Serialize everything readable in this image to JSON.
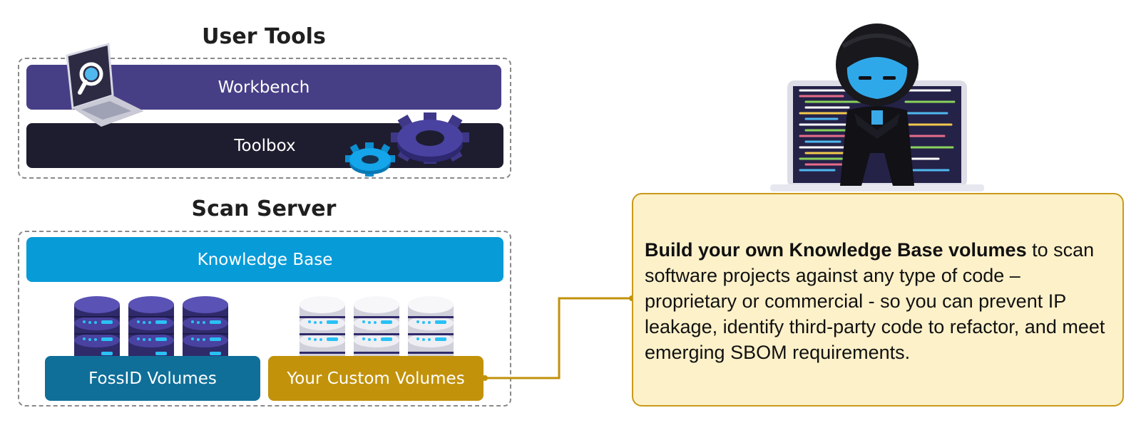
{
  "user_tools": {
    "title": "User Tools",
    "workbench_label": "Workbench",
    "toolbox_label": "Toolbox"
  },
  "scan_server": {
    "title": "Scan Server",
    "knowledge_base_label": "Knowledge Base",
    "fossid_volumes_label": "FossID Volumes",
    "custom_volumes_label": "Your Custom Volumes"
  },
  "callout": {
    "bold_text": "Build your own Knowledge Base volumes",
    "body_text": " to scan software projects against any type of code – proprietary or commercial - so you can prevent IP leakage, identify third-party code to refactor, and meet emerging SBOM requirements."
  },
  "colors": {
    "workbench": "#473f86",
    "toolbox": "#1e1d30",
    "knowledge_base": "#079bd8",
    "fossid_volumes": "#0f6f99",
    "custom_volumes": "#c2920b",
    "callout_fill": "#fdf1c9",
    "callout_border": "#c99a1a",
    "connector": "#c2920b"
  },
  "icons": [
    "laptop-search-icon",
    "gear-icon",
    "database-icon",
    "ninja-laptop-illustration"
  ]
}
